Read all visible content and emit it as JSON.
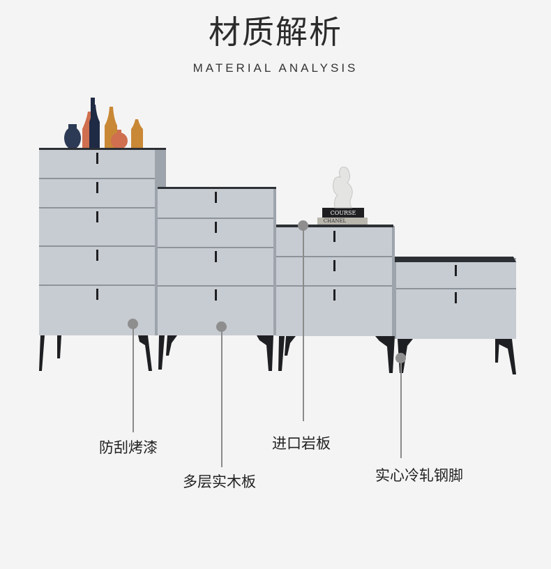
{
  "header": {
    "title": "材质解析",
    "subtitle": "MATERIAL ANALYSIS"
  },
  "callouts": [
    {
      "id": "paint",
      "label": "防刮烤漆"
    },
    {
      "id": "wood",
      "label": "多层实木板"
    },
    {
      "id": "stone",
      "label": "进口岩板"
    },
    {
      "id": "steel",
      "label": "实心冷轧钢脚"
    }
  ],
  "decor": {
    "book_top": "COURSE",
    "book_bottom": "CHANEL"
  },
  "colors": {
    "background": "#f4f4f4",
    "cabinet_front": "#c7ccd2",
    "cabinet_side": "#9ea4ab",
    "top_slab": "#2c2f34",
    "legs": "#1e1f22",
    "pointer": "#8a8a8a"
  }
}
